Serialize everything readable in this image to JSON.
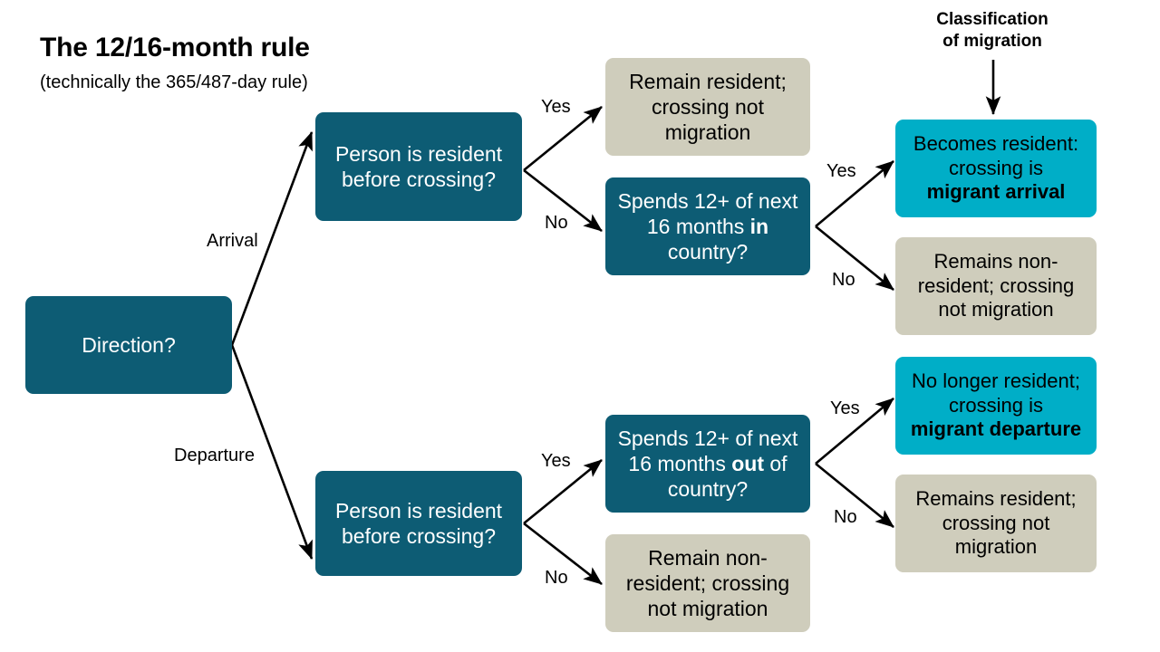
{
  "title": "The 12/16-month rule",
  "subtitle": "(technically the 365/487-day rule)",
  "column_header": {
    "line1": "Classification",
    "line2": "of migration"
  },
  "colors": {
    "decision": "#0d5c74",
    "migration_outcome": "#00aec7",
    "non_migration_outcome": "#cfcdbc",
    "background": "#ffffff",
    "text_light": "#ffffff",
    "text_dark": "#000000"
  },
  "nodes": {
    "direction": {
      "label": "Direction?",
      "type": "decision"
    },
    "resident_arrival": {
      "label": "Person is resident before crossing?",
      "type": "decision"
    },
    "resident_departure": {
      "label": "Person is resident before crossing?",
      "type": "decision"
    },
    "months_in": {
      "line1": "Spends 12+ of next",
      "line2_pre": "16 months ",
      "line2_bold": "in",
      "line3": "country?",
      "plain": "Spends 12+ of next 16 months in country?",
      "type": "decision"
    },
    "months_out": {
      "line1": "Spends 12+ of next",
      "line2_pre": "16 months ",
      "line2_bold": "out",
      "line2_post": " of",
      "line3": "country?",
      "plain": "Spends 12+ of next 16 months out of country?",
      "type": "decision"
    },
    "remain_resident_top": {
      "label": "Remain resident; crossing not migration",
      "type": "non_migration_outcome"
    },
    "remain_nonresident_bottom": {
      "label": "Remain non-resident; crossing not migration",
      "type": "non_migration_outcome"
    },
    "becomes_resident": {
      "line1": "Becomes resident:",
      "line2": "crossing is",
      "line3_bold": "migrant arrival",
      "plain": "Becomes resident: crossing is migrant arrival",
      "type": "migration_outcome"
    },
    "remains_nonresident": {
      "label": "Remains non-resident; crossing not migration",
      "type": "non_migration_outcome"
    },
    "no_longer_resident": {
      "line1": "No longer resident;",
      "line2": "crossing is",
      "line3_bold": "migrant departure",
      "plain": "No longer resident; crossing is migrant departure",
      "type": "migration_outcome"
    },
    "remains_resident": {
      "label": "Remains resident; crossing not migration",
      "type": "non_migration_outcome"
    }
  },
  "edge_labels": {
    "arrival": "Arrival",
    "departure": "Departure",
    "arrival_yes": "Yes",
    "arrival_no": "No",
    "in_yes": "Yes",
    "in_no": "No",
    "departure_yes": "Yes",
    "departure_no": "No",
    "out_yes": "Yes",
    "out_no": "No"
  }
}
